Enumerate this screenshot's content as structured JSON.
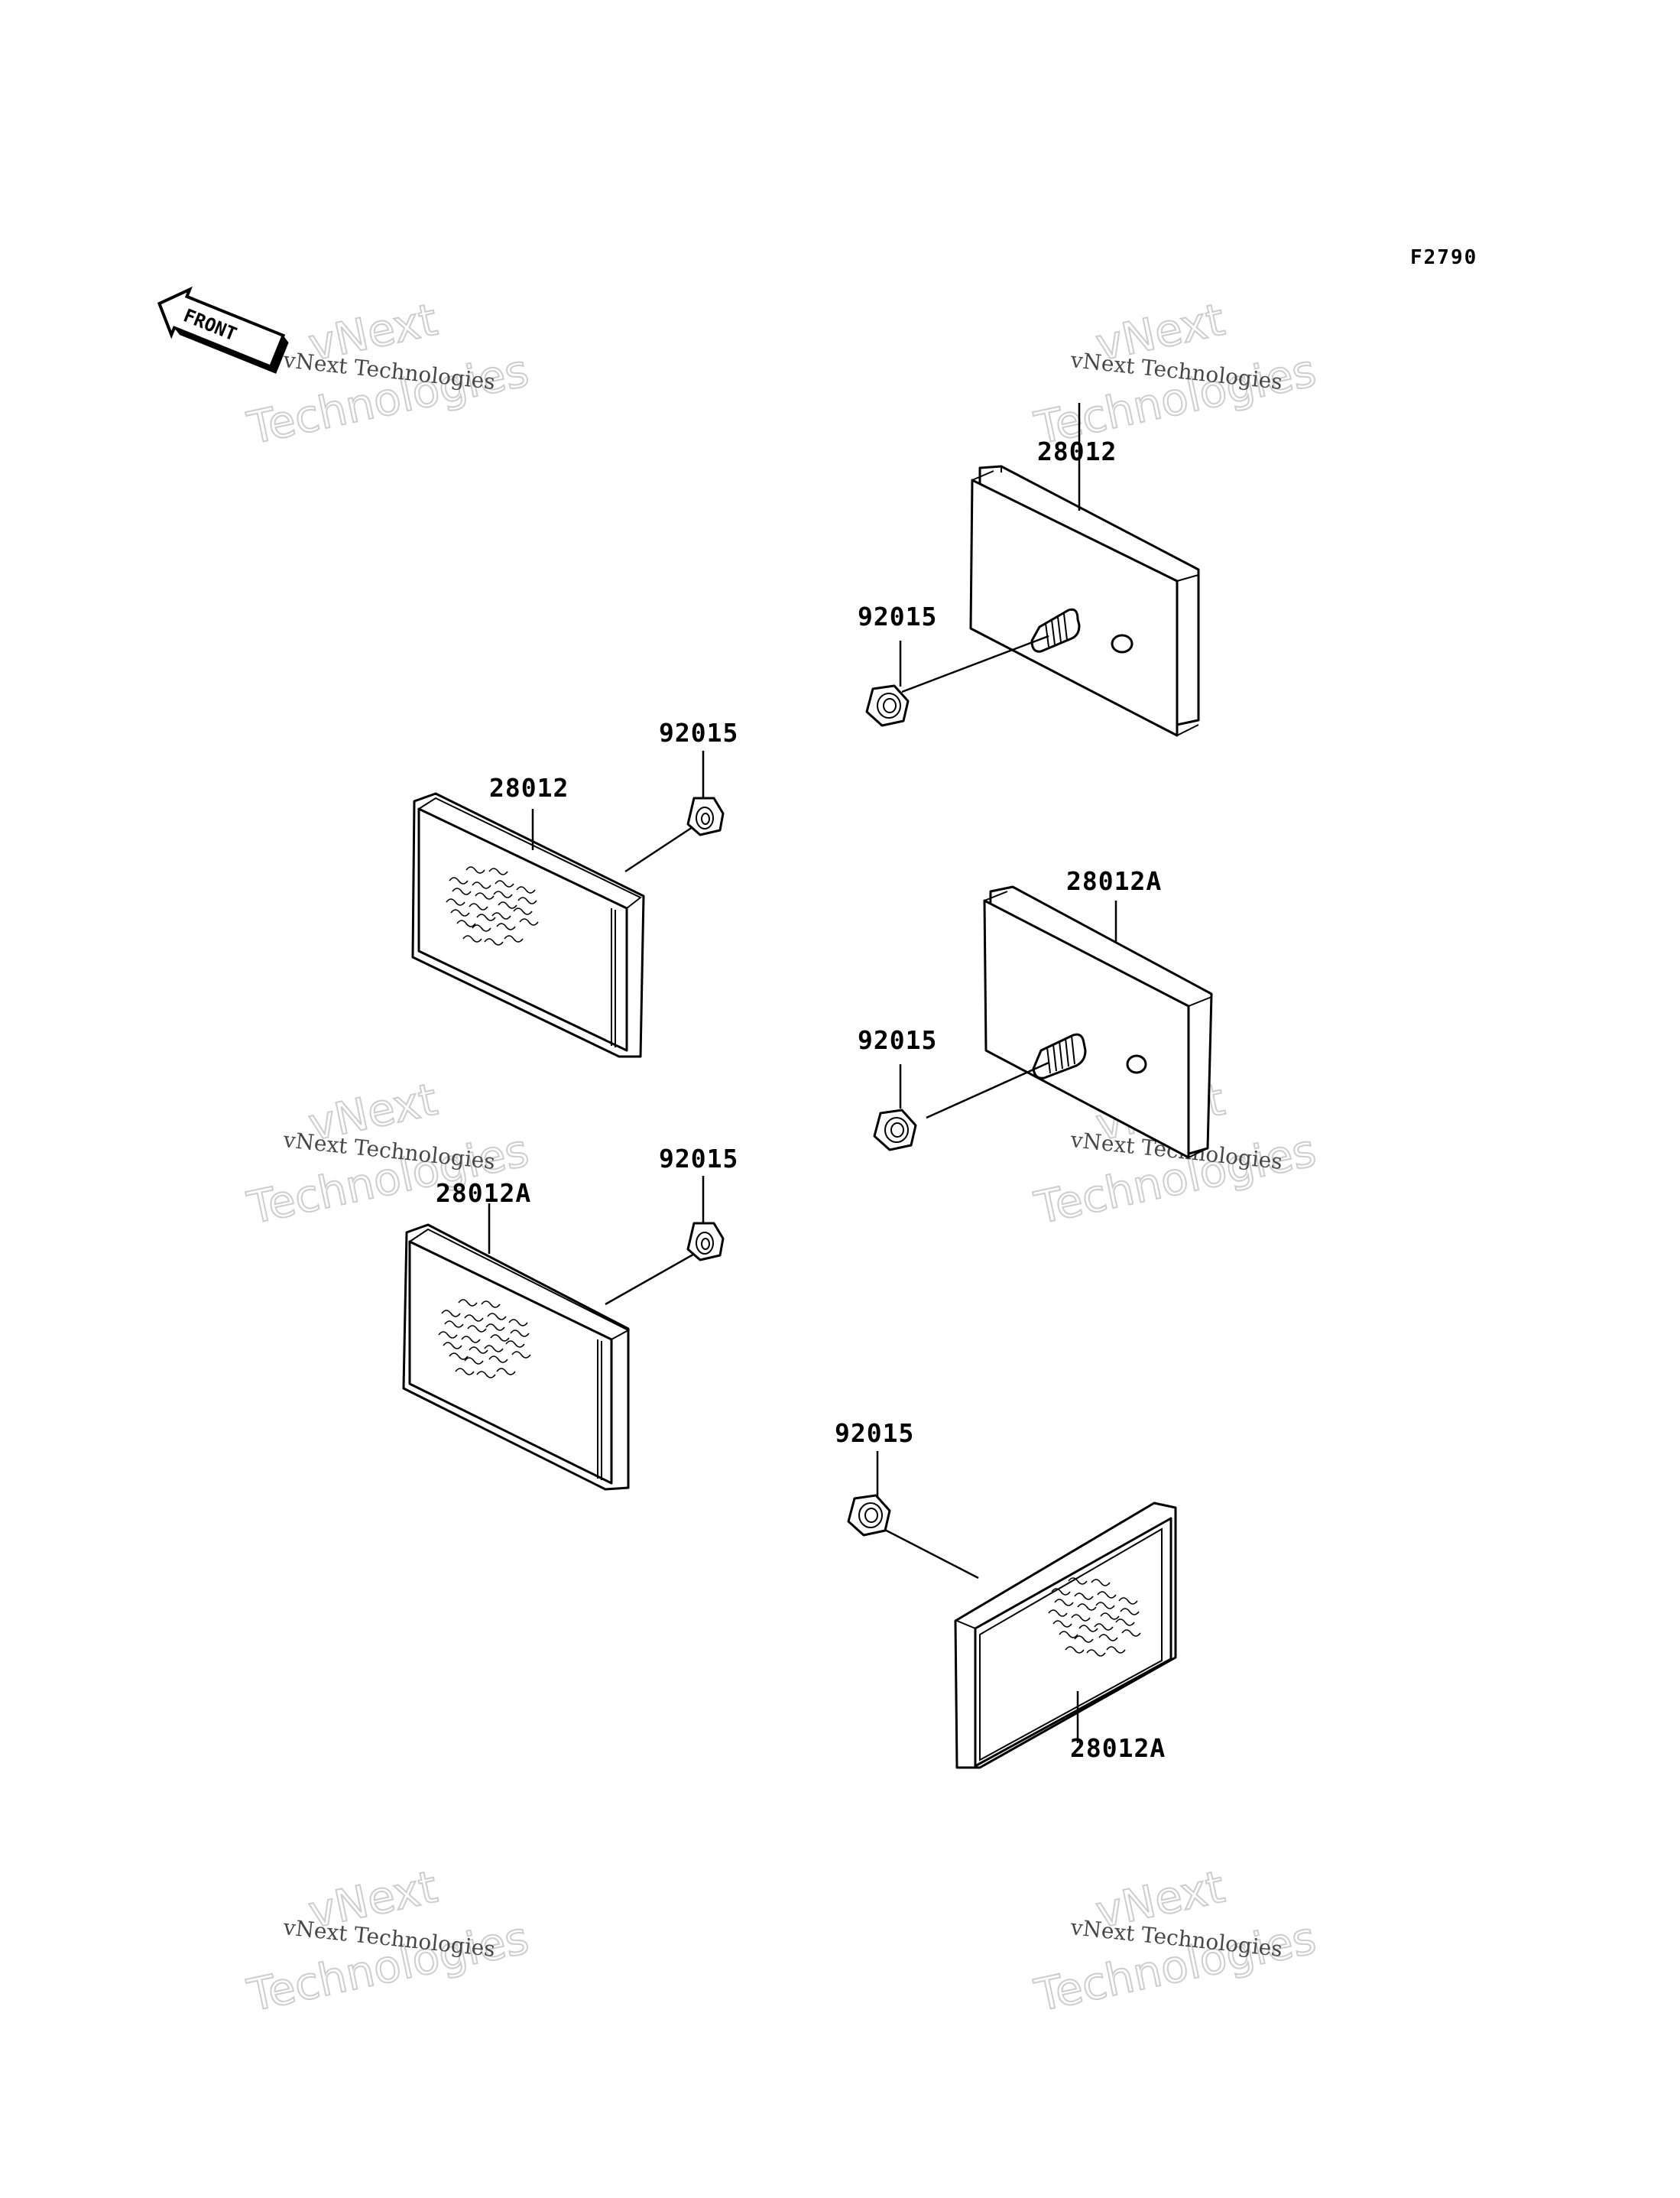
{
  "diagram": {
    "code": "F2790",
    "front_label": "FRONT",
    "watermark": {
      "line1": "vNext Technologies",
      "line2a": "vNext",
      "line2b": "Technologies"
    },
    "callouts": {
      "top_right_reflector": "28012",
      "top_right_nut": "92015",
      "mid_left_reflector": "28012",
      "mid_left_nut": "92015",
      "mid_right_reflector": "28012A",
      "mid_right_nut": "92015",
      "low_left_reflector": "28012A",
      "low_left_nut": "92015",
      "bottom_right_nut": "92015",
      "bottom_right_reflector": "28012A"
    }
  }
}
